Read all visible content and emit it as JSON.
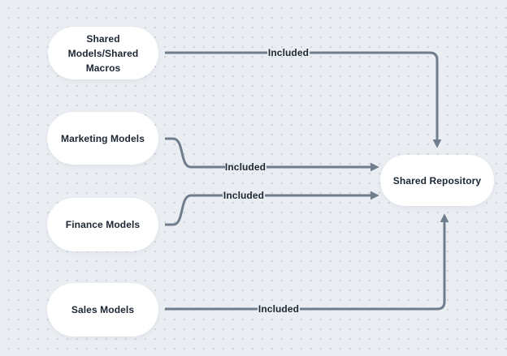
{
  "diagram": {
    "colors": {
      "background": "#eaeef2",
      "dot_grid": "#cdd4db",
      "node_fill": "#ffffff",
      "connector": "#6f7d8d",
      "text": "#1c2733"
    },
    "nodes": [
      {
        "id": "shared-models-shared-macros",
        "label": "Shared Models/Shared Macros"
      },
      {
        "id": "marketing-models",
        "label": "Marketing Models"
      },
      {
        "id": "finance-models",
        "label": "Finance Models"
      },
      {
        "id": "sales-models",
        "label": "Sales Models"
      },
      {
        "id": "shared-repository",
        "label": "Shared Repository"
      }
    ],
    "edges": [
      {
        "from": "Shared Models/Shared Macros",
        "to": "Shared Repository",
        "label": "Included",
        "enters_target": "top"
      },
      {
        "from": "Marketing Models",
        "to": "Shared Repository",
        "label": "Included",
        "enters_target": "left"
      },
      {
        "from": "Finance Models",
        "to": "Shared Repository",
        "label": "Included",
        "enters_target": "left"
      },
      {
        "from": "Sales Models",
        "to": "Shared Repository",
        "label": "Included",
        "enters_target": "bottom"
      }
    ]
  }
}
